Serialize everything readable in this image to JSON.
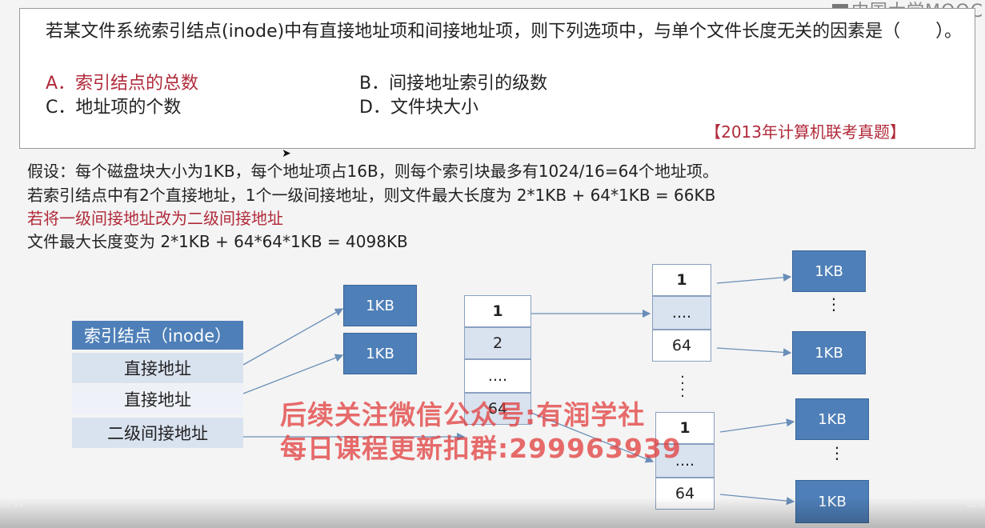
{
  "logo": "中国大学MOOC",
  "question": {
    "text": "若某文件系统索引结点(inode)中有直接地址项和间接地址项，则下列选项中，与单个文件长度无关的因素是（　　）。",
    "options": {
      "a": "A．索引结点的总数",
      "b": "B．间接地址索引的级数",
      "c": "C．地址项的个数",
      "d": "D．文件块大小"
    },
    "source": "【2013年计算机联考真题】"
  },
  "explanation": [
    "假设：每个磁盘块大小为1KB，每个地址项占16B，则每个索引块最多有1024/16=64个地址项。",
    "若索引结点中有2个直接地址，1个一级间接地址，则文件最大长度为 2*1KB + 64*1KB = 66KB",
    "若将一级间接地址改为二级间接地址",
    "文件最大长度变为 2*1KB + 64*64*1KB = 4098KB"
  ],
  "diagram": {
    "inode_header": "索引结点（inode）",
    "inode_rows": [
      "直接地址",
      "直接地址",
      "二级间接地址"
    ],
    "block_label": "1KB",
    "first_index": [
      "1",
      "2",
      "....",
      "64"
    ],
    "second_index_top": [
      "1",
      "....",
      "64"
    ],
    "second_index_bottom": [
      "1",
      "....",
      "64"
    ],
    "vdots": "⋮"
  },
  "watermark": {
    "line1": "后续关注微信公众号:有润学社",
    "line2": "每日课程更新扣群:299963939"
  },
  "player": {
    "time_left": "03:54",
    "time_right": "00:0"
  },
  "colors": {
    "block_blue": "#4e7fb8",
    "accent_red": "#b02a3a",
    "cell_tint": "#d9e2ef"
  }
}
